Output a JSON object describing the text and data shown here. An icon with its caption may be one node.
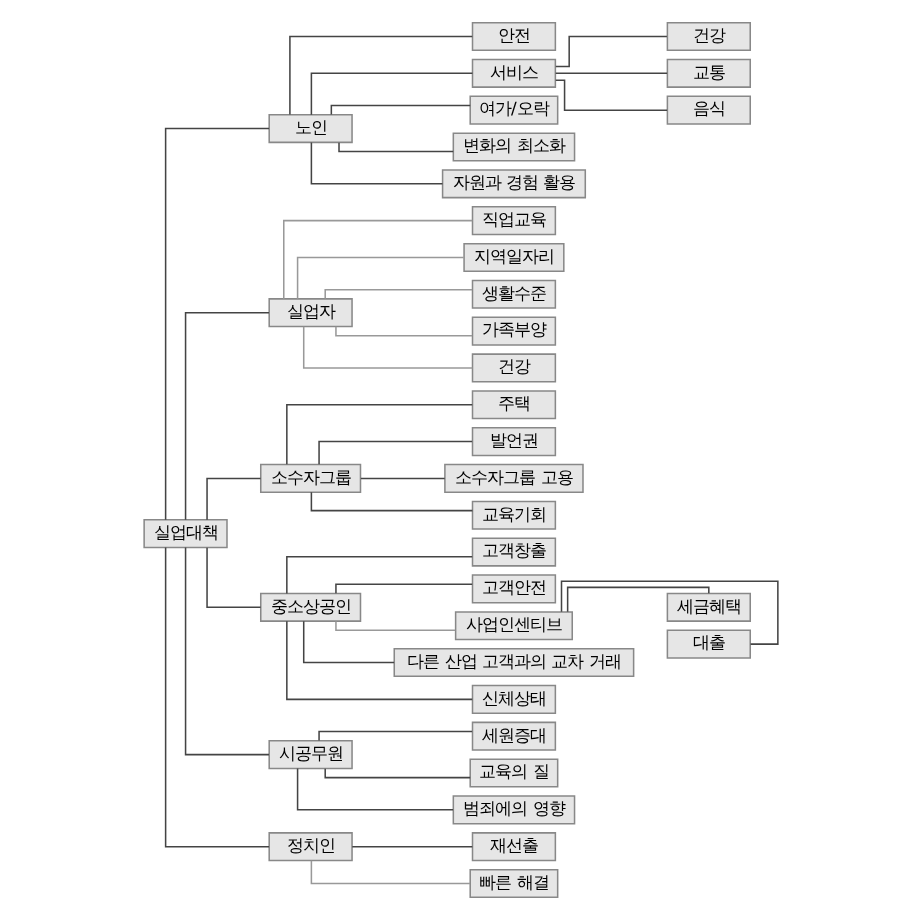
{
  "diagram": {
    "nodes": [
      {
        "text": [
          "실업대책"
        ]
      },
      {
        "text": [
          "노인"
        ]
      },
      {
        "text": [
          "안전"
        ]
      },
      {
        "text": [
          "서비스"
        ]
      },
      {
        "text": [
          "건강"
        ]
      },
      {
        "text": [
          "교통"
        ]
      },
      {
        "text": [
          "음식"
        ]
      },
      {
        "text": [
          "여가/오락"
        ]
      },
      {
        "text": [
          "변화의 최소화"
        ]
      },
      {
        "text": [
          "자원과 경험 활용"
        ]
      },
      {
        "text": [
          "실업자"
        ]
      },
      {
        "text": [
          "직업교육"
        ]
      },
      {
        "text": [
          "지역일자리"
        ]
      },
      {
        "text": [
          "생활수준"
        ]
      },
      {
        "text": [
          "가족부양"
        ]
      },
      {
        "text": [
          "건강"
        ]
      },
      {
        "text": [
          "소수자그룹"
        ]
      },
      {
        "text": [
          "주택"
        ]
      },
      {
        "text": [
          "발언권"
        ]
      },
      {
        "text": [
          "소수자그룹 고용"
        ]
      },
      {
        "text": [
          "교육기회"
        ]
      },
      {
        "text": [
          "중소상공인"
        ]
      },
      {
        "text": [
          "고객창출"
        ]
      },
      {
        "text": [
          "고객안전"
        ]
      },
      {
        "text": [
          "사업인센티브"
        ]
      },
      {
        "text": [
          "세금혜택"
        ]
      },
      {
        "text": [
          "대출"
        ]
      },
      {
        "text": [
          "다른 산업 고객과의 교차 거래"
        ]
      },
      {
        "text": [
          "신체상태"
        ]
      },
      {
        "text": [
          "시공무원"
        ]
      },
      {
        "text": [
          "세원증대"
        ]
      },
      {
        "text": [
          "교육의 질"
        ]
      },
      {
        "text": [
          "범죄에의 영향"
        ]
      },
      {
        "text": [
          "정치인"
        ]
      },
      {
        "text": [
          "재선출"
        ]
      },
      {
        "text": [
          "빠른 해결"
        ]
      }
    ],
    "edges": [
      {
        "from": 0,
        "to": 1,
        "arrow": "none"
      },
      {
        "from": 1,
        "to": 2,
        "arrow": "none"
      },
      {
        "from": 1,
        "to": 3,
        "arrow": "none"
      },
      {
        "from": 3,
        "to": 4,
        "arrow": "none"
      },
      {
        "from": 3,
        "to": 5,
        "arrow": "none"
      },
      {
        "from": 3,
        "to": 6,
        "arrow": "none"
      },
      {
        "from": 1,
        "to": 7,
        "arrow": "none"
      },
      {
        "from": 1,
        "to": 8,
        "arrow": "none"
      },
      {
        "from": 1,
        "to": 9,
        "arrow": "none"
      },
      {
        "from": 0,
        "to": 10,
        "arrow": "none"
      },
      {
        "from": 10,
        "to": 11,
        "arrow": "none",
        "color": "#999999"
      },
      {
        "from": 10,
        "to": 12,
        "arrow": "none",
        "color": "#999999"
      },
      {
        "from": 10,
        "to": 13,
        "arrow": "none",
        "color": "#999999"
      },
      {
        "from": 10,
        "to": 14,
        "arrow": "none",
        "color": "#999999"
      },
      {
        "from": 10,
        "to": 15,
        "arrow": "none",
        "color": "#999999"
      },
      {
        "from": 0,
        "to": 16,
        "arrow": "none"
      },
      {
        "from": 16,
        "to": 17,
        "arrow": "none"
      },
      {
        "from": 16,
        "to": 18,
        "arrow": "none"
      },
      {
        "from": 16,
        "to": 19,
        "arrow": "none"
      },
      {
        "from": 16,
        "to": 20,
        "arrow": "none"
      },
      {
        "from": 0,
        "to": 21,
        "arrow": "none"
      },
      {
        "from": 21,
        "to": 22,
        "arrow": "none"
      },
      {
        "from": 21,
        "to": 23,
        "arrow": "none"
      },
      {
        "from": 21,
        "to": 24,
        "arrow": "none",
        "color": "#999999"
      },
      {
        "from": 24,
        "to": 25,
        "arrow": "none"
      },
      {
        "from": 24,
        "to": 26,
        "arrow": "none"
      },
      {
        "from": 21,
        "to": 27,
        "arrow": "none"
      },
      {
        "from": 21,
        "to": 28,
        "arrow": "none"
      },
      {
        "from": 0,
        "to": 29,
        "arrow": "none"
      },
      {
        "from": 29,
        "to": 30,
        "arrow": "none"
      },
      {
        "from": 29,
        "to": 31,
        "arrow": "none"
      },
      {
        "from": 29,
        "to": 32,
        "arrow": "none"
      },
      {
        "from": 0,
        "to": 33,
        "arrow": "none"
      },
      {
        "from": 33,
        "to": 34,
        "arrow": "none"
      },
      {
        "from": 33,
        "to": 35,
        "arrow": "none",
        "color": "#999999"
      }
    ]
  }
}
